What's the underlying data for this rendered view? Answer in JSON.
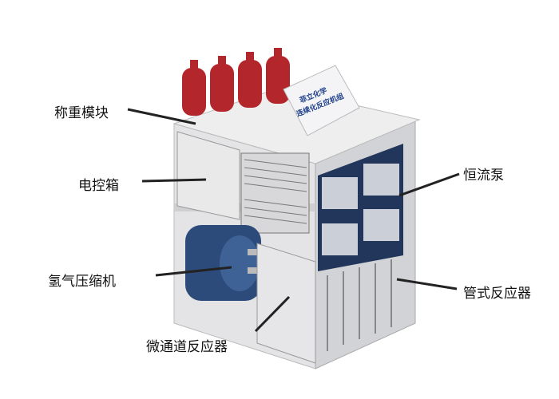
{
  "labels": {
    "weighing_module": "称重模块",
    "control_box": "电控箱",
    "hydrogen_compressor": "氢气压缩机",
    "microchannel_reactor": "微通道反应器",
    "constant_flow_pump": "恒流泵",
    "tubular_reactor": "管式反应器"
  },
  "screen": {
    "line1": "菲立化学",
    "line2": "连续化反应机组"
  },
  "colors": {
    "cylinder": "#b3262b",
    "frame": "#d9d9dc",
    "pump_panel": "#2a3f66",
    "compressor": "#2c4a7a"
  }
}
